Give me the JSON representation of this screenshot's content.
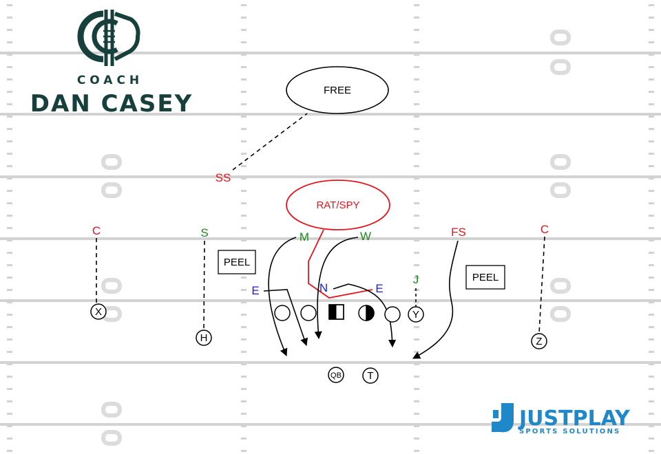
{
  "colors": {
    "defense_red": "#e8141b",
    "defense_green": "#1a8a1a",
    "defense_blue": "#1a1ae6",
    "field_line": "#d2d2d2",
    "hash_mark": "#d2d2d2",
    "yard_number": "#dcdcdc",
    "logo_teal": "#17403d",
    "justplay_blue": "#1f88c9",
    "ink": "#000000"
  },
  "branding": {
    "coach_word": "COACH",
    "coach_name": "DAN CASEY",
    "partner_name": "JUSTPLAY",
    "partner_tagline": "SPORTS SOLUTIONS"
  },
  "zones": {
    "free": "FREE",
    "rat_spy": "RAT/SPY",
    "peel_left": "PEEL",
    "peel_right": "PEEL"
  },
  "defense": {
    "ss": "SS",
    "c_left": "C",
    "s": "S",
    "m": "M",
    "w": "W",
    "fs": "FS",
    "c_right": "C",
    "j": "J",
    "e_left": "E",
    "n": "N",
    "e_right": "E"
  },
  "offense": {
    "x": "X",
    "h": "H",
    "y": "Y",
    "z": "Z",
    "qb": "QB",
    "t": "T"
  }
}
